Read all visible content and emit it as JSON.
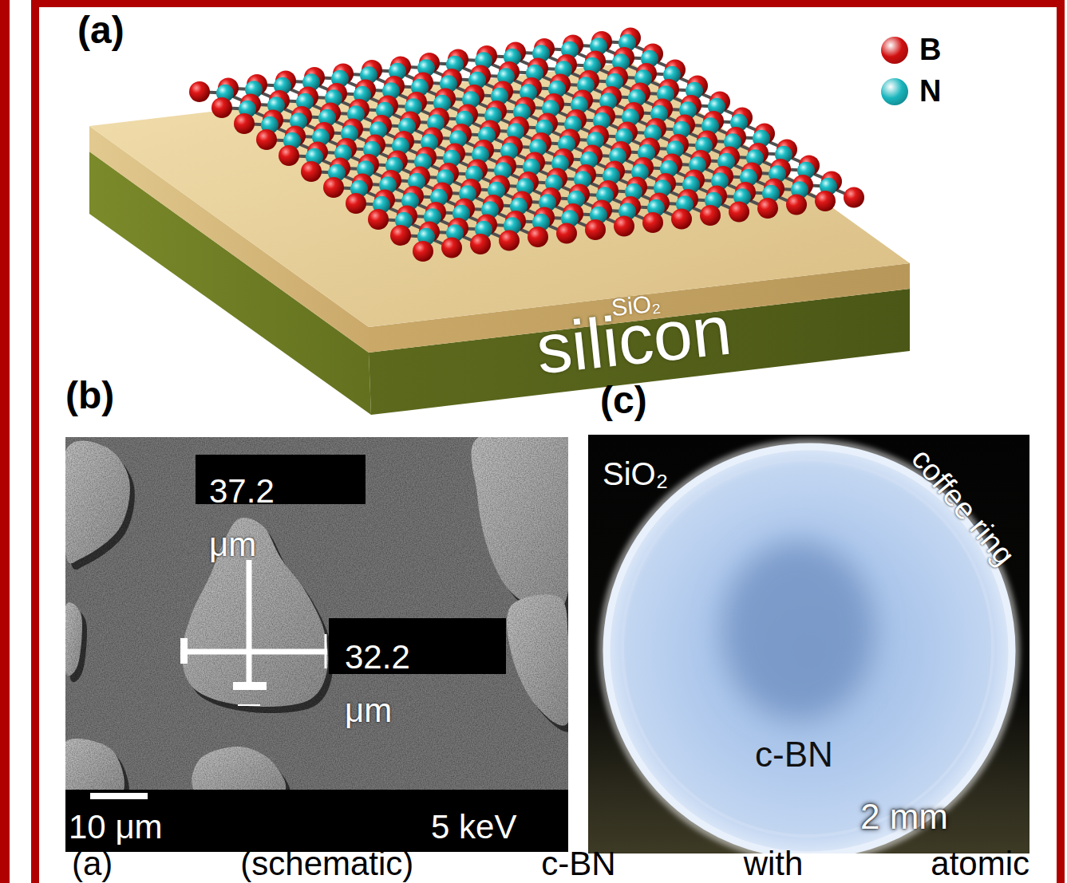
{
  "diagram": {
    "labels": [
      "(a)",
      "SiO₂",
      "silicon",
      "(b)",
      "37.2 μm",
      "32.2 μm",
      "10 μm",
      "5 keV",
      "(c)",
      "SiO₂",
      "coffee ring",
      "c-BN",
      "2 mm",
      "(a) (schematic) c-BN with atomic"
    ],
    "legend": [
      {
        "text": "B",
        "color": "#d10f0f"
      },
      {
        "text": "N",
        "color": "#19b5bd"
      }
    ]
  }
}
